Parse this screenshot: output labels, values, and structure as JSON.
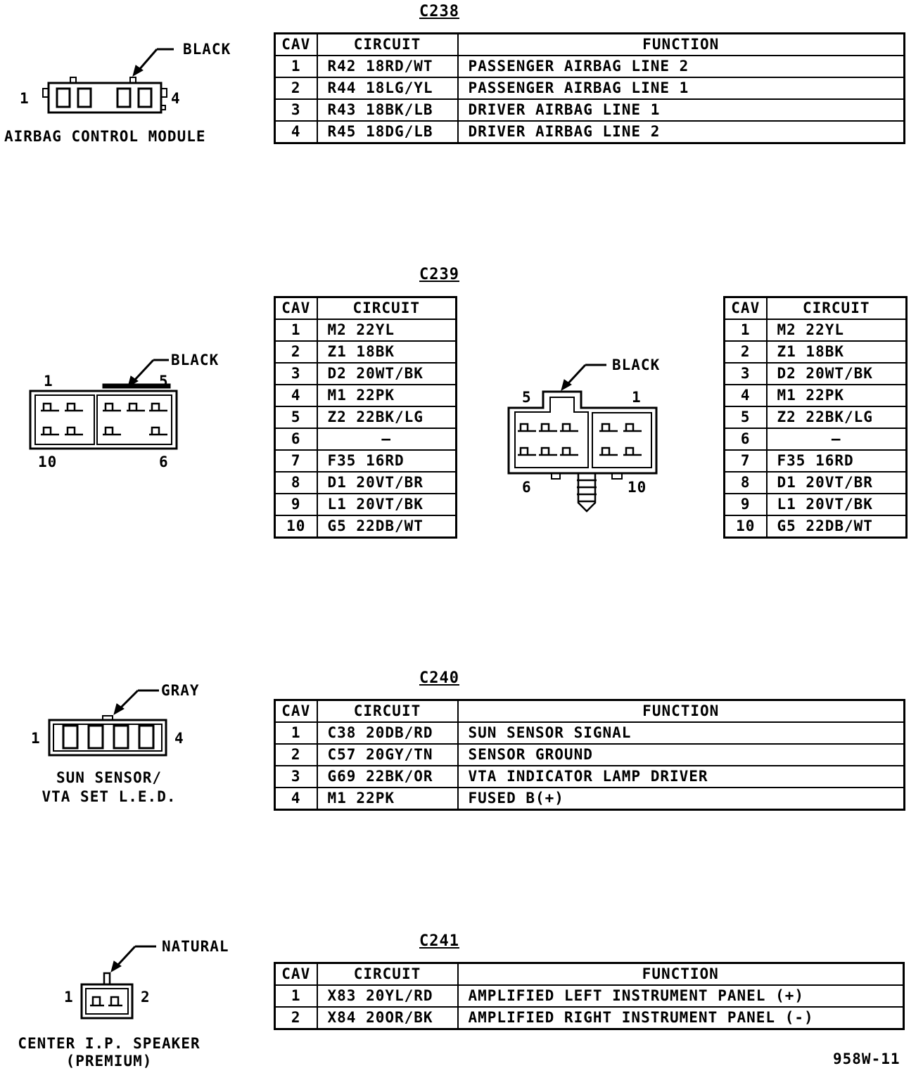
{
  "headers": {
    "cav": "CAV",
    "circuit": "CIRCUIT",
    "function": "FUNCTION"
  },
  "c238": {
    "title": "C238",
    "color": "BLACK",
    "pin_left": "1",
    "pin_right": "4",
    "component": "AIRBAG CONTROL MODULE",
    "rows": [
      {
        "cav": "1",
        "circuit": "R42 18RD/WT",
        "function": "PASSENGER AIRBAG LINE 2"
      },
      {
        "cav": "2",
        "circuit": "R44 18LG/YL",
        "function": "PASSENGER AIRBAG LINE 1"
      },
      {
        "cav": "3",
        "circuit": "R43 18BK/LB",
        "function": "DRIVER AIRBAG LINE 1"
      },
      {
        "cav": "4",
        "circuit": "R45 18DG/LB",
        "function": "DRIVER AIRBAG LINE 2"
      }
    ]
  },
  "c239": {
    "title": "C239",
    "left_connector": {
      "color": "BLACK",
      "pin_tl": "1",
      "pin_tr": "5",
      "pin_bl": "10",
      "pin_br": "6"
    },
    "right_connector": {
      "color": "BLACK",
      "pin_tl": "5",
      "pin_tr": "1",
      "pin_bl": "6",
      "pin_br": "10"
    },
    "rows": [
      {
        "cav": "1",
        "circuit": "M2 22YL"
      },
      {
        "cav": "2",
        "circuit": "Z1 18BK"
      },
      {
        "cav": "3",
        "circuit": "D2 20WT/BK"
      },
      {
        "cav": "4",
        "circuit": "M1 22PK"
      },
      {
        "cav": "5",
        "circuit": "Z2 22BK/LG"
      },
      {
        "cav": "6",
        "circuit": "–"
      },
      {
        "cav": "7",
        "circuit": "F35 16RD"
      },
      {
        "cav": "8",
        "circuit": "D1 20VT/BR"
      },
      {
        "cav": "9",
        "circuit": "L1 20VT/BK"
      },
      {
        "cav": "10",
        "circuit": "G5 22DB/WT"
      }
    ],
    "rows_right": [
      {
        "cav": "1",
        "circuit": "M2 22YL"
      },
      {
        "cav": "2",
        "circuit": "Z1 18BK"
      },
      {
        "cav": "3",
        "circuit": "D2 20WT/BK"
      },
      {
        "cav": "4",
        "circuit": "M1 22PK"
      },
      {
        "cav": "5",
        "circuit": "Z2 22BK/LG"
      },
      {
        "cav": "6",
        "circuit": "–"
      },
      {
        "cav": "7",
        "circuit": "F35 16RD"
      },
      {
        "cav": "8",
        "circuit": "D1 20VT/BR"
      },
      {
        "cav": "9",
        "circuit": "L1 20VT/BK"
      },
      {
        "cav": "10",
        "circuit": "G5 22DB/WT"
      }
    ]
  },
  "c240": {
    "title": "C240",
    "color": "GRAY",
    "pin_left": "1",
    "pin_right": "4",
    "component_line1": "SUN SENSOR/",
    "component_line2": "VTA SET L.E.D.",
    "rows": [
      {
        "cav": "1",
        "circuit": "C38 20DB/RD",
        "function": "SUN SENSOR SIGNAL"
      },
      {
        "cav": "2",
        "circuit": "C57 20GY/TN",
        "function": "SENSOR GROUND"
      },
      {
        "cav": "3",
        "circuit": "G69 22BK/OR",
        "function": "VTA INDICATOR LAMP DRIVER"
      },
      {
        "cav": "4",
        "circuit": "M1 22PK",
        "function": "FUSED B(+)"
      }
    ]
  },
  "c241": {
    "title": "C241",
    "color": "NATURAL",
    "pin_left": "1",
    "pin_right": "2",
    "component_line1": "CENTER I.P. SPEAKER",
    "component_line2": "(PREMIUM)",
    "rows": [
      {
        "cav": "1",
        "circuit": "X83 20YL/RD",
        "function": "AMPLIFIED LEFT INSTRUMENT PANEL (+)"
      },
      {
        "cav": "2",
        "circuit": "X84 20OR/BK",
        "function": "AMPLIFIED RIGHT INSTRUMENT PANEL (-)"
      }
    ]
  },
  "figure_id": "958W-11"
}
